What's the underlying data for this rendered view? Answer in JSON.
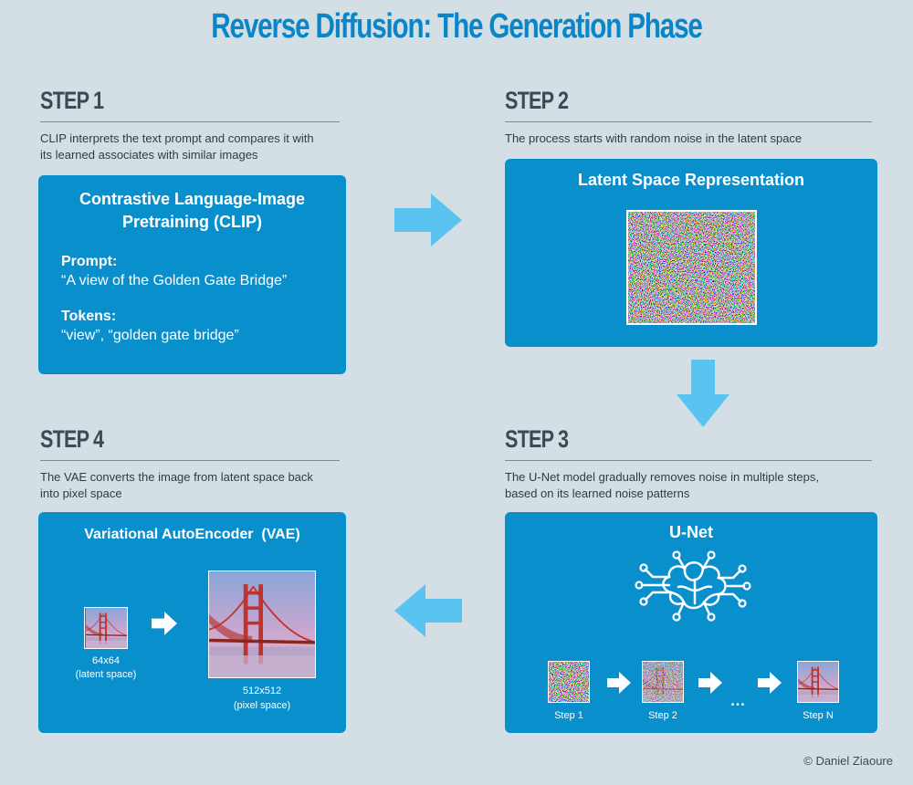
{
  "title": "Reverse Diffusion: The Generation Phase",
  "step1": {
    "heading": "STEP 1",
    "desc_line1": "CLIP interprets the text prompt and compares it with",
    "desc_line2": "its learned associates with similar images",
    "card_title_line1": "Contrastive Language-Image",
    "card_title_line2": "Pretraining (CLIP)",
    "prompt_label": "Prompt:",
    "prompt_value": "“A view of the Golden Gate Bridge”",
    "tokens_label": "Tokens:",
    "tokens_value": "“view”, “golden gate bridge”"
  },
  "step2": {
    "heading": "STEP 2",
    "desc": "The process starts with random noise in the latent space",
    "card_title": "Latent Space Representation"
  },
  "step3": {
    "heading": "STEP 3",
    "desc_line1": "The U-Net model gradually removes noise in multiple steps,",
    "desc_line2": "based on its learned noise patterns",
    "card_title": "U-Net",
    "step_labels": [
      "Step 1",
      "Step 2",
      "Step N"
    ],
    "ellipsis": "•••"
  },
  "step4": {
    "heading": "STEP 4",
    "desc_line1": "The VAE converts the image from latent space back",
    "desc_line2": "into pixel space",
    "card_title": "Variational AutoEncoder  (VAE)",
    "small_size": "64x64",
    "small_space": "(latent space)",
    "large_size": "512x512",
    "large_space": "(pixel space)"
  },
  "credit": "© Daniel Ziaoure",
  "colors": {
    "background": "#d3dfe5",
    "card": "#0a8fcd",
    "title": "#0a86c8",
    "arrow": "#5bc3f0"
  },
  "icons": [
    "right-arrow-icon",
    "down-arrow-icon",
    "left-arrow-icon",
    "brain-circuit-icon",
    "small-right-arrow-icon"
  ]
}
